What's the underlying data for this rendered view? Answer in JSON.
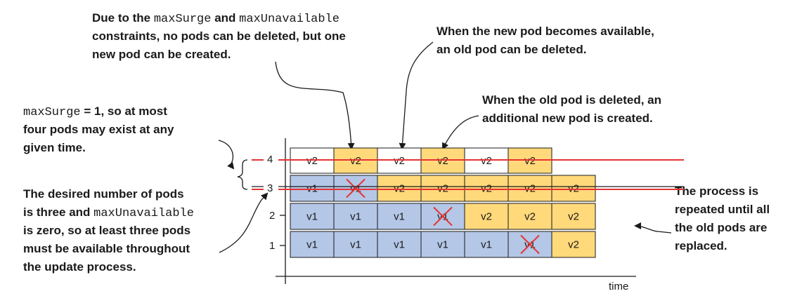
{
  "annotations": {
    "top_left": {
      "line1_prefix": "Due to the ",
      "line1_code1": "maxSurge",
      "line1_mid": " and ",
      "line1_code2": "maxUnavailable",
      "line2": "constraints, no pods can be deleted, but one",
      "line3": "new pod can be created."
    },
    "top_right": {
      "line1": "When the new pod becomes available,",
      "line2": "an old pod can be deleted."
    },
    "mid_right": {
      "line1": "When the old pod is deleted, an",
      "line2": "additional new pod is created."
    },
    "left_top": {
      "line1_code": "maxSurge",
      "line1_rest": " = 1, so at most",
      "line2": "four pods may exist at any",
      "line3": "given time."
    },
    "left_bottom": {
      "line1": "The desired number of pods",
      "line2_prefix": "is three and ",
      "line2_code": "maxUnavailable",
      "line3": "is zero, so at least three pods",
      "line4": "must be available throughout",
      "line5": "the update process."
    },
    "right": {
      "line1": "The process is",
      "line2": "repeated until all",
      "line3": "the old pods are",
      "line4": "replaced."
    }
  },
  "axis": {
    "ticks": [
      "1",
      "2",
      "3",
      "4"
    ],
    "xlabel": "time"
  },
  "steps": [
    {
      "cells": [
        "v1",
        "v1",
        "v1",
        "v2"
      ],
      "states": [
        "old",
        "old",
        "old",
        "new-pending"
      ]
    },
    {
      "cells": [
        "v1",
        "v1",
        "v1",
        "v2"
      ],
      "states": [
        "old",
        "old",
        "old-deleted",
        "new"
      ]
    },
    {
      "cells": [
        "v1",
        "v1",
        "v2",
        "v2"
      ],
      "states": [
        "old",
        "old",
        "new",
        "new-pending"
      ]
    },
    {
      "cells": [
        "v1",
        "v1",
        "v2",
        "v2"
      ],
      "states": [
        "old",
        "old-deleted",
        "new",
        "new"
      ]
    },
    {
      "cells": [
        "v1",
        "v2",
        "v2",
        "v2"
      ],
      "states": [
        "old",
        "new",
        "new",
        "new-pending"
      ]
    },
    {
      "cells": [
        "v1",
        "v2",
        "v2",
        "v2"
      ],
      "states": [
        "old-deleted",
        "new",
        "new",
        "new"
      ]
    },
    {
      "cells": [
        "v2",
        "v2",
        "v2",
        ""
      ],
      "states": [
        "new",
        "new",
        "new",
        "none"
      ]
    }
  ],
  "colors": {
    "old": "#b4c7e7",
    "new": "#ffd97a",
    "pending": "#ffffff",
    "limit_line": "#e53333",
    "cross": "#e53333"
  }
}
